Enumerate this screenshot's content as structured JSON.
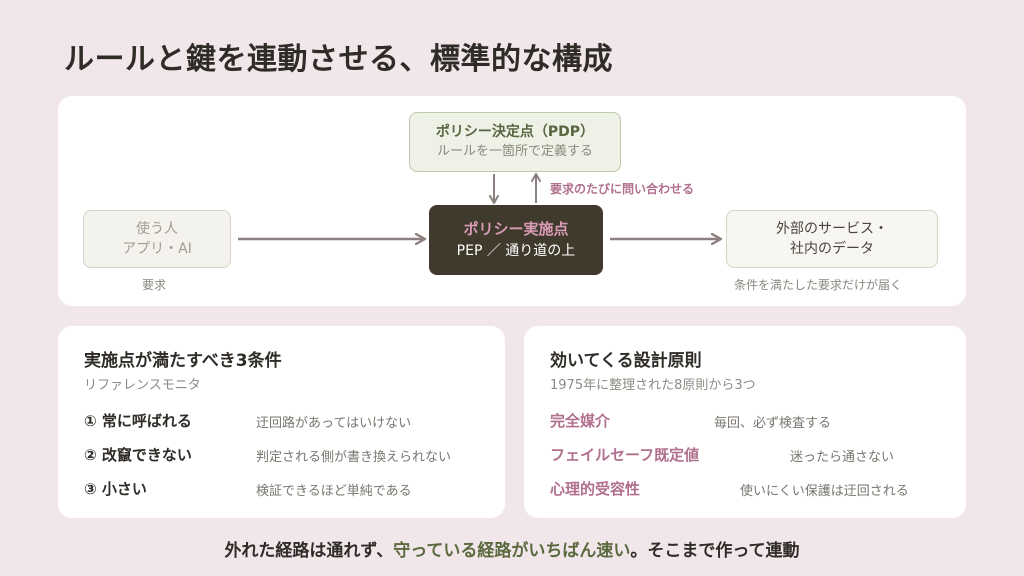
{
  "title": "ルールと鍵を連動させる、標準的な構成",
  "diagram": {
    "user_node": {
      "line1": "使う人",
      "line2": "アプリ・AI"
    },
    "user_caption": "要求",
    "pdp_node": {
      "title": "ポリシー決定点（PDP）",
      "subtitle": "ルールを一箇所で定義する"
    },
    "ask_label": "要求のたびに問い合わせる",
    "pep_node": {
      "title": "ポリシー実施点",
      "subtitle": "PEP ／ 通り道の上"
    },
    "ext_node": {
      "line1": "外部のサービス・",
      "line2": "社内のデータ"
    },
    "ext_caption": "条件を満たした要求だけが届く"
  },
  "left_panel": {
    "title": "実施点が満たすべき3条件",
    "subtitle": "リファレンスモニタ",
    "rows": [
      {
        "key": "① 常に呼ばれる",
        "value": "迂回路があってはいけない"
      },
      {
        "key": "② 改竄できない",
        "value": "判定される側が書き換えられない"
      },
      {
        "key": "③ 小さい",
        "value": "検証できるほど単純である"
      }
    ]
  },
  "right_panel": {
    "title": "効いてくる設計原則",
    "subtitle": "1975年に整理された8原則から3つ",
    "rows": [
      {
        "key": "完全媒介",
        "value": "毎回、必ず検査する"
      },
      {
        "key": "フェイルセーフ既定値",
        "value": "迷ったら通さない"
      },
      {
        "key": "心理的受容性",
        "value": "使いにくい保護は迂回される"
      }
    ]
  },
  "footer": {
    "part1": "外れた経路は通れず、",
    "highlight": "守っている経路がいちばん速い",
    "part2": "。そこまで作って連動"
  },
  "colors": {
    "background": "#f1e6ea",
    "accent_pink": "#b0708e",
    "pep_dark": "#3f3a2c",
    "olive": "#5b6441",
    "arrow": "#8c817f"
  }
}
